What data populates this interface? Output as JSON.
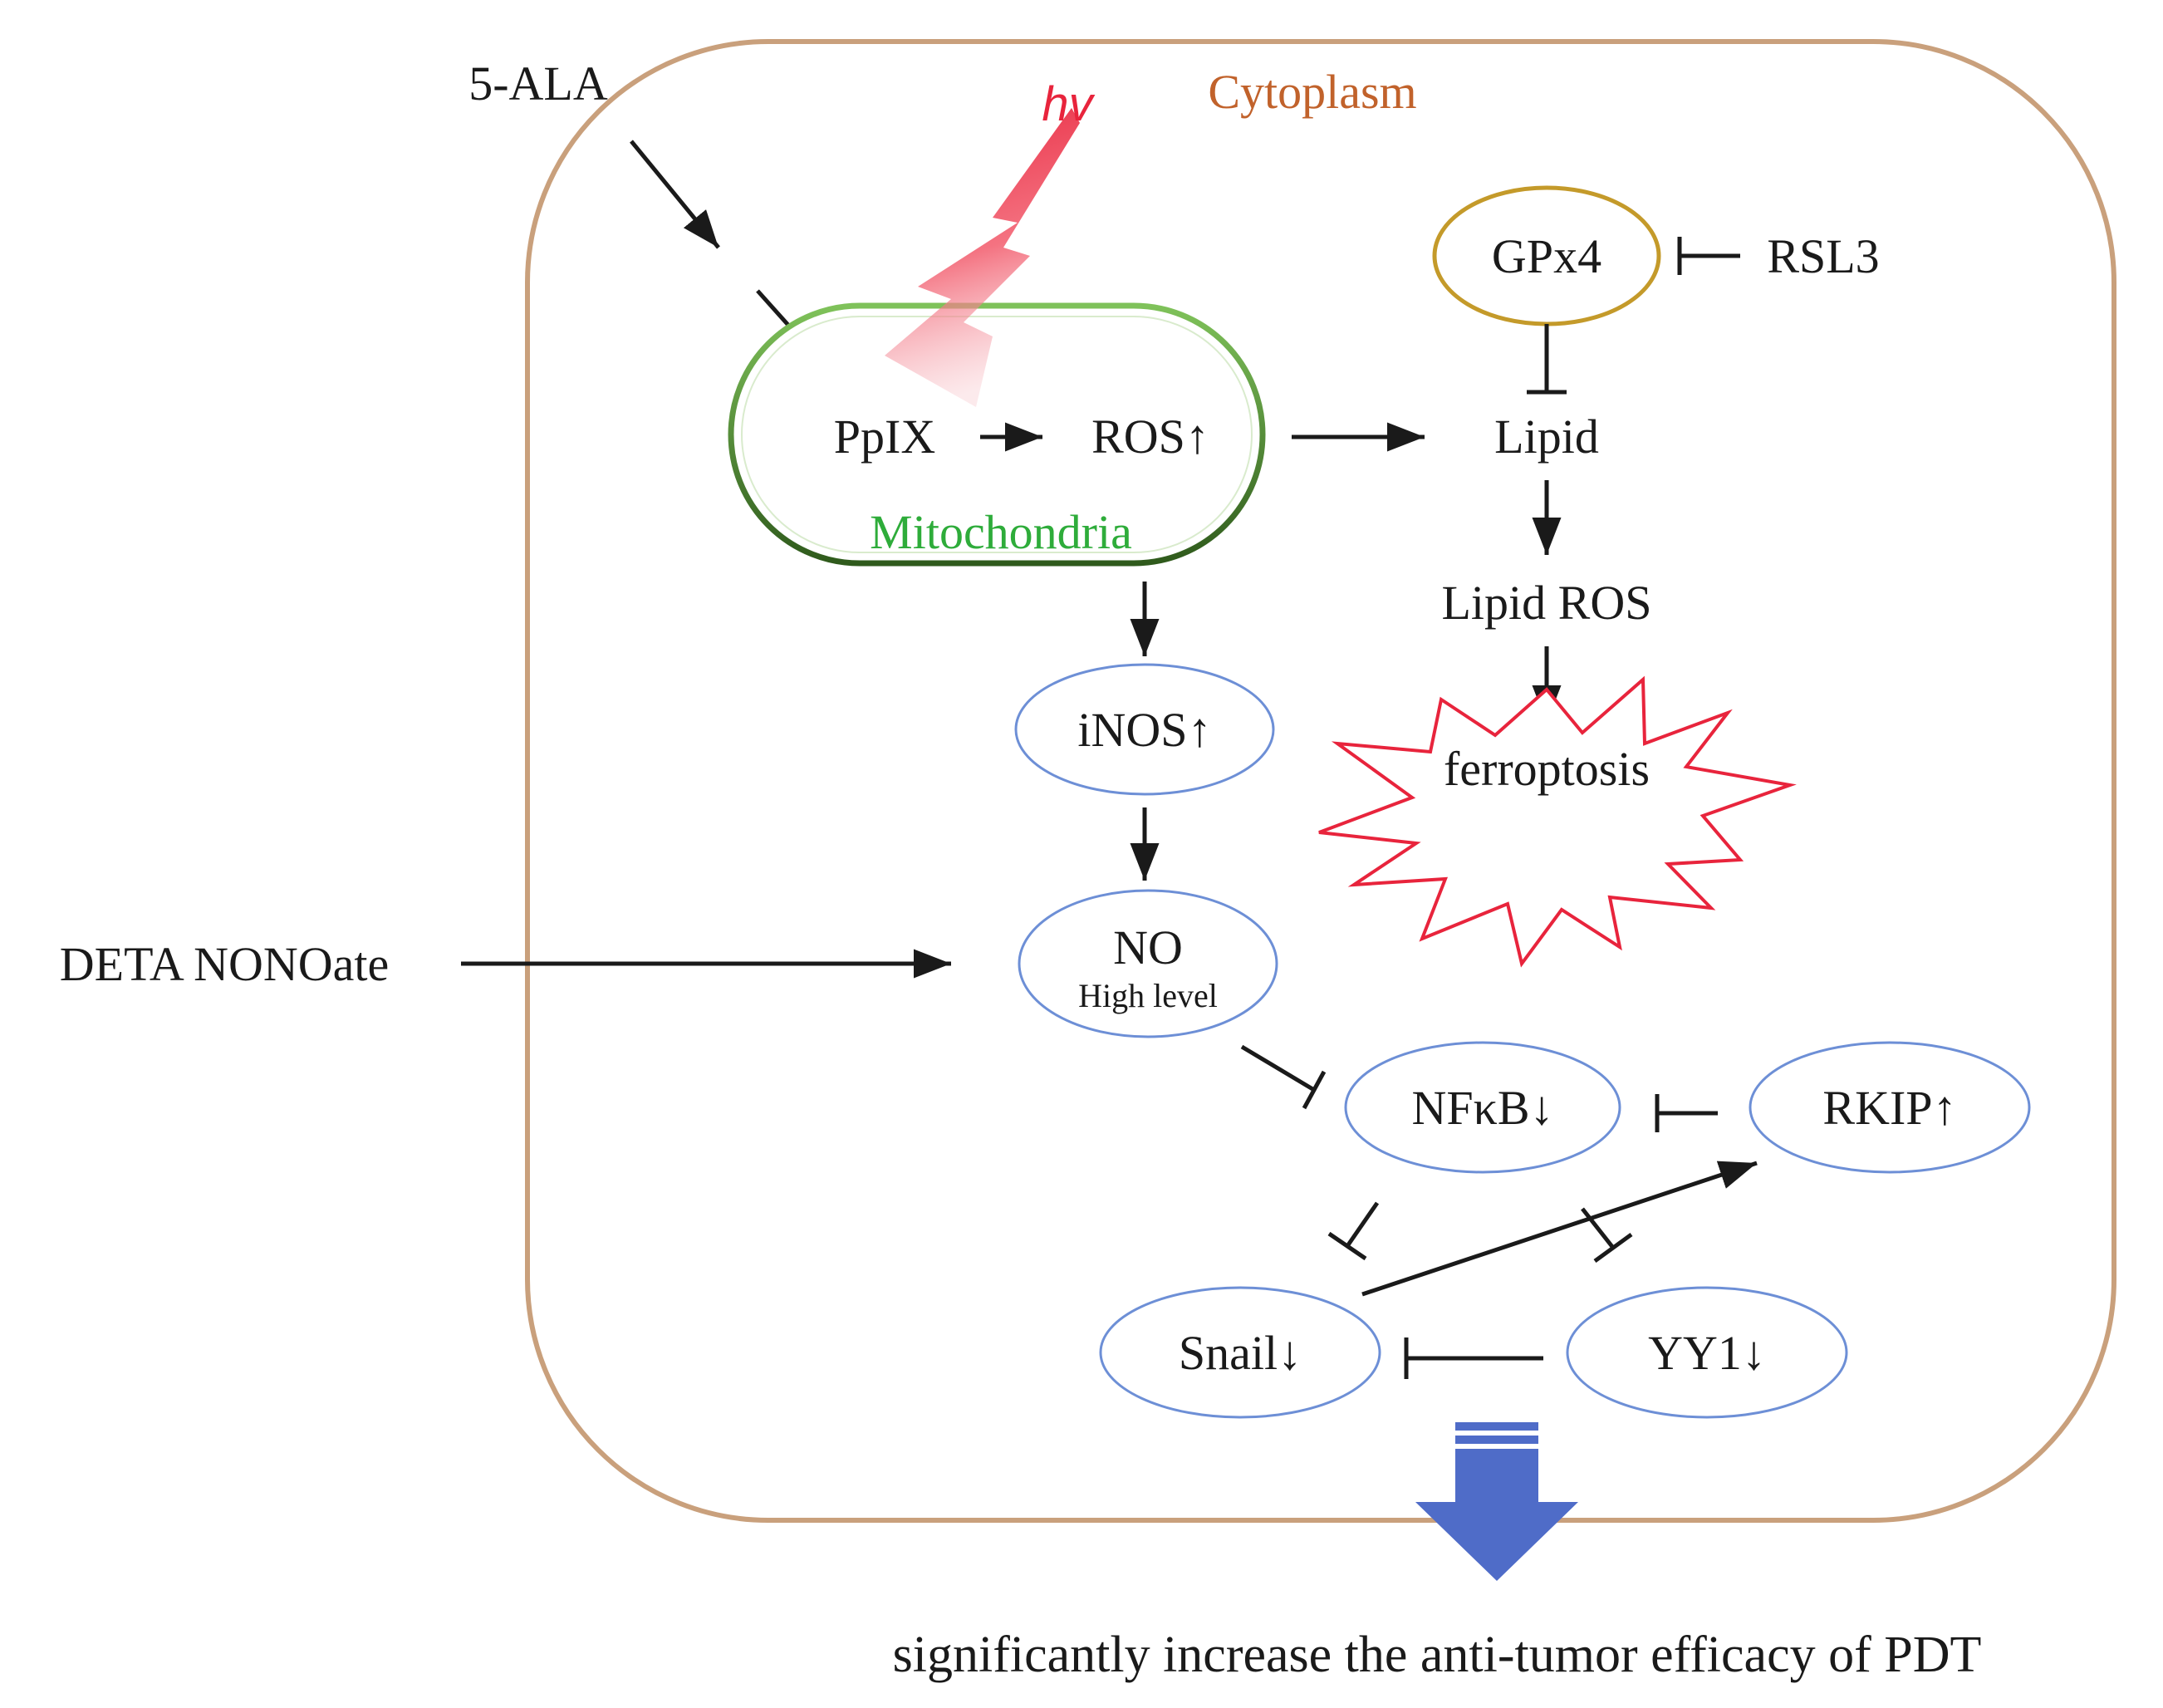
{
  "diagram": {
    "cytoplasm_label": "Cytoplasm",
    "mitochondria_label": "Mitochondria",
    "light_label": "hv",
    "inputs": {
      "ala": "5-ALA",
      "deta": "DETA NONOate",
      "rsl3": "RSL3"
    },
    "nodes": {
      "ppix": "PpIX",
      "ros": "ROS↑",
      "gpx4": "GPx4",
      "lipid": "Lipid",
      "lipid_ros": "Lipid ROS",
      "ferroptosis": "ferroptosis",
      "inos": "iNOS↑",
      "no": "NO",
      "no_sub": "High level",
      "nfkb": "NFκB↓",
      "rkip": "RKIP↑",
      "snail": "Snail↓",
      "yy1": "YY1↓"
    },
    "outcome": "significantly increase the anti-tumor efficacy of PDT"
  },
  "colors": {
    "cytoplasm_border": "#c9a07c",
    "mitochondria_border": "#4f7a2c",
    "gpx4_border": "#c49a2a",
    "node_border": "#6d8fd6",
    "ferroptosis_border": "#e8243c",
    "outcome_arrow": "#4f6cc8",
    "light": "#e8243c"
  }
}
